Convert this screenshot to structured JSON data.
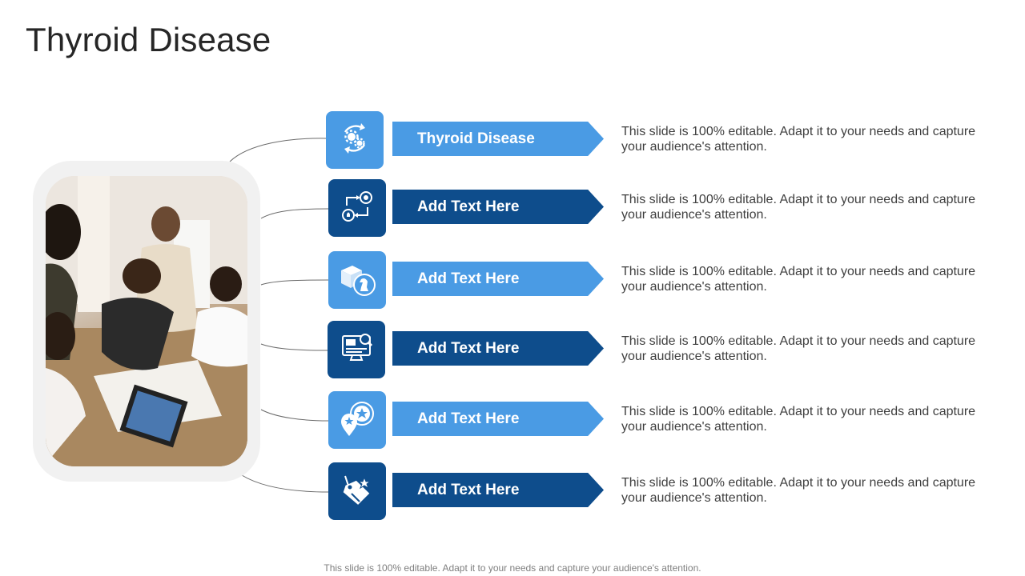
{
  "slide": {
    "title": "Thyroid Disease",
    "footer": "This slide is 100% editable. Adapt it to your needs and capture your audience's attention."
  },
  "items": [
    {
      "label": "Thyroid Disease",
      "desc": "This slide is 100% editable. Adapt it to your needs and capture your audience's attention.",
      "icon": "gears-cycle-icon",
      "style": "light"
    },
    {
      "label": "Add Text Here",
      "desc": "This slide is 100% editable. Adapt it to your needs and capture your audience's attention.",
      "icon": "idea-process-icon",
      "style": "dark"
    },
    {
      "label": "Add Text Here",
      "desc": "This slide is 100% editable. Adapt it to your needs and capture your audience's attention.",
      "icon": "box-chess-knight-icon",
      "style": "light"
    },
    {
      "label": "Add Text Here",
      "desc": "This slide is 100% editable. Adapt it to your needs and capture your audience's attention.",
      "icon": "ad-monitor-icon",
      "style": "dark"
    },
    {
      "label": "Add Text Here",
      "desc": "This slide is 100% editable. Adapt it to your needs and capture your audience's attention.",
      "icon": "star-location-icon",
      "style": "light"
    },
    {
      "label": "Add Text Here",
      "desc": "This slide is 100% editable. Adapt it to your needs and capture your audience's attention.",
      "icon": "star-tag-icon",
      "style": "dark"
    }
  ],
  "colors": {
    "light_blue": "#4a9be4",
    "dark_blue": "#0e4d8c",
    "photo_frame": "#f1f1f1"
  }
}
